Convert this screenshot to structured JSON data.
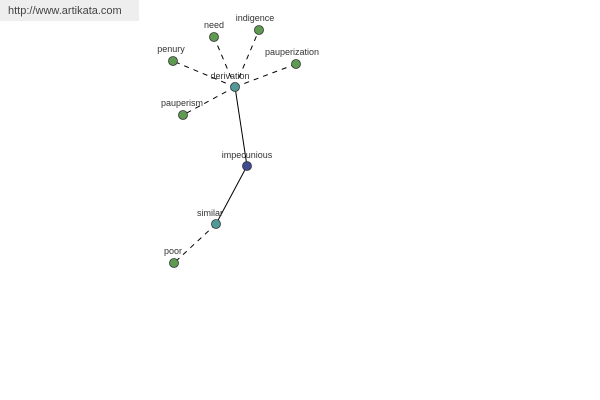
{
  "source_url": "http://www.artikata.com",
  "colors": {
    "leaf": "#5e9a4f",
    "hub": "#4f9a96",
    "root": "#3e4b8f",
    "edge": "#000000",
    "banner": "#eeeeee"
  },
  "graph": {
    "nodes": [
      {
        "id": "impecunious",
        "label": "impecunious",
        "kind": "root"
      },
      {
        "id": "derivation",
        "label": "derivation",
        "kind": "hub"
      },
      {
        "id": "similar",
        "label": "similar",
        "kind": "hub"
      },
      {
        "id": "need",
        "label": "need",
        "kind": "leaf"
      },
      {
        "id": "indigence",
        "label": "indigence",
        "kind": "leaf"
      },
      {
        "id": "penury",
        "label": "penury",
        "kind": "leaf"
      },
      {
        "id": "pauperization",
        "label": "pauperization",
        "kind": "leaf"
      },
      {
        "id": "pauperism",
        "label": "pauperism",
        "kind": "leaf"
      },
      {
        "id": "poor",
        "label": "poor",
        "kind": "leaf"
      }
    ],
    "edges": [
      {
        "from": "impecunious",
        "to": "derivation",
        "style": "solid"
      },
      {
        "from": "impecunious",
        "to": "similar",
        "style": "solid"
      },
      {
        "from": "derivation",
        "to": "need",
        "style": "dashed"
      },
      {
        "from": "derivation",
        "to": "indigence",
        "style": "dashed"
      },
      {
        "from": "derivation",
        "to": "penury",
        "style": "dashed"
      },
      {
        "from": "derivation",
        "to": "pauperization",
        "style": "dashed"
      },
      {
        "from": "derivation",
        "to": "pauperism",
        "style": "dashed"
      },
      {
        "from": "similar",
        "to": "poor",
        "style": "dashed"
      }
    ]
  }
}
